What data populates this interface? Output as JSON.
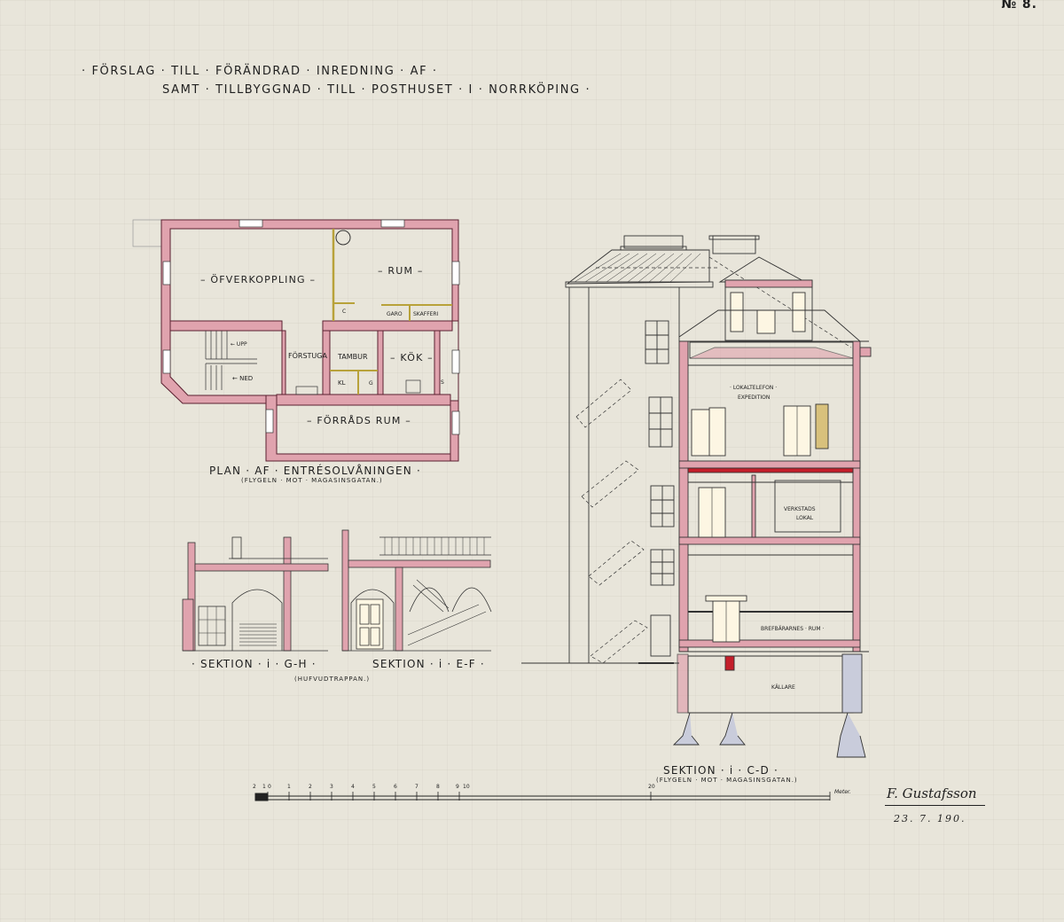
{
  "sheet": {
    "number": "№ 8.",
    "title_line1": "· FÖRSLAG · TILL · FÖRÄNDRAD · INREDNING · AF ·",
    "title_line2": "SAMT · TILLBYGGNAD · TILL · POSTHUSET · I · NORRKÖPING ·"
  },
  "plan": {
    "caption": "PLAN · AF · ENTRÉSOLVÅNINGEN ·",
    "subcaption": "(FLYGELN · MOT · MAGASINSGATAN.)",
    "rooms": {
      "overkoppling": "– ÖFVERKOPPLING –",
      "rum": "– RUM –",
      "forstuga": "FÖRSTUGA",
      "tambur": "TAMBUR",
      "kok": "– KÖK –",
      "forrads_rum": "– FÖRRÅDS RUM –",
      "garo": "GARO",
      "skafferi": "SKAFFERI",
      "c": "C",
      "kl": "KL",
      "g": "G",
      "s": "S",
      "upp": "← UPP",
      "ned": "← NED"
    }
  },
  "section_gh": {
    "caption": "· SEKTION · i · G-H ·"
  },
  "section_ef": {
    "caption": "SEKTION · i · E-F ·"
  },
  "hufvudtrappan": "(HUFVUDTRAPPAN.)",
  "section_cd": {
    "caption": "SEKTION · i · C-D ·",
    "subcaption": "(FLYGELN · MOT · MAGASINSGATAN.)",
    "labels": {
      "lokaltelefon": "· LOKALTELEFON ·",
      "expedition": "EXPEDITION",
      "verkstads": "VERKSTADS",
      "lokal": "LOKAL",
      "brefbarnes": "BREFBÄRARNES · RUM ·",
      "kallare": "KÄLLARE"
    }
  },
  "scale": {
    "ticks": [
      "2",
      "1",
      "0",
      "1",
      "2",
      "3",
      "4",
      "5",
      "6",
      "7",
      "8",
      "9",
      "10"
    ],
    "end": "20",
    "unit": "Meter."
  },
  "signature": {
    "name": "F. Gustafsson",
    "date": "23. 7. 190."
  },
  "colors": {
    "wall_pink": "#e0a3ae",
    "wall_line": "#7a2a3a",
    "ink": "#222222",
    "door_fill": "#fdf6e3",
    "accent_red": "#c41e2a",
    "ochre": "#d8c17c"
  }
}
